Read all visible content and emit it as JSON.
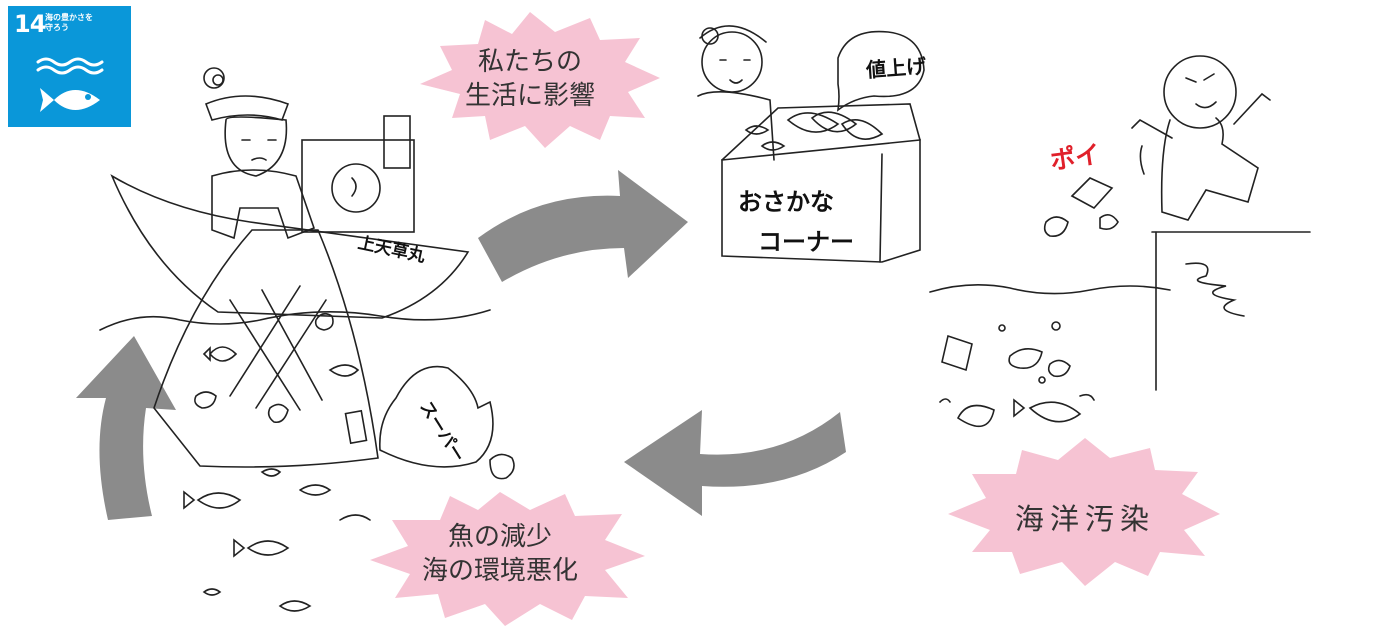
{
  "sdg": {
    "number": "14",
    "title": "海の豊かさを\n守ろう",
    "color": "#0a97d9"
  },
  "bursts": {
    "life": {
      "line1": "私たちの",
      "line2": "生活に影響"
    },
    "fish": {
      "line1": "魚の減少",
      "line2": "海の環境悪化"
    },
    "pollution": {
      "label": "海洋汚染"
    }
  },
  "sketch_text": {
    "price_bubble": "値上げ",
    "ship_name": "上天草丸",
    "counter_line1": "おさかな",
    "counter_line2": "コーナー",
    "bag": "スーパー",
    "poi": "ポイ"
  },
  "colors": {
    "burst_pink": "#f6c3d3",
    "arrow_gray": "#8b8b8b",
    "accent_red": "#e0202a",
    "ink": "#222222"
  },
  "icons": [
    "wave-icon",
    "fish-icon",
    "cycle-arrow-icon"
  ]
}
